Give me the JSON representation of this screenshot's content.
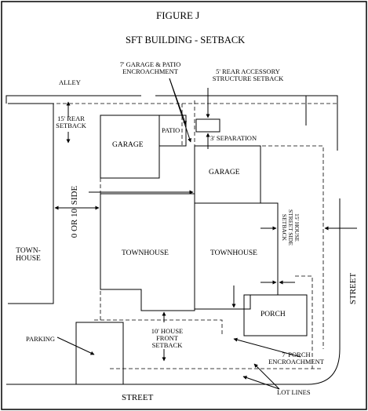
{
  "figure": {
    "title": "FIGURE J",
    "subtitle": "SFT BUILDING - SETBACK"
  },
  "labels": {
    "alley": "ALLEY",
    "rear_setback": [
      "15' REAR",
      "SETBACK"
    ],
    "garage_patio_encroachment": [
      "7' GARAGE & PATIO",
      "ENCROACHMENT"
    ],
    "rear_accessory_setback": [
      "5' REAR ACCESSORY",
      "STRUCTURE SETBACK"
    ],
    "patio": "PATIO",
    "separation": "3' SEPARATION",
    "garage_left": "GARAGE",
    "garage_right": "GARAGE",
    "side_setback": "0 OR 10' SIDE",
    "townhouse_neighbor": [
      "TOWN-",
      "HOUSE"
    ],
    "townhouse_left": "TOWNHOUSE",
    "townhouse_right": "TOWNHOUSE",
    "street_side_setback": [
      "15' HOUSE",
      "STREET SIDE",
      "SETBACK"
    ],
    "porch": "PORCH",
    "front_setback": [
      "10' HOUSE",
      "FRONT",
      "SETBACK"
    ],
    "parking": "PARKING",
    "porch_encroachment": [
      "7' PORCH",
      "ENCROACHMENT"
    ],
    "lot_lines": "LOT LINES",
    "street_right": "STREET",
    "street_bottom": "STREET"
  }
}
